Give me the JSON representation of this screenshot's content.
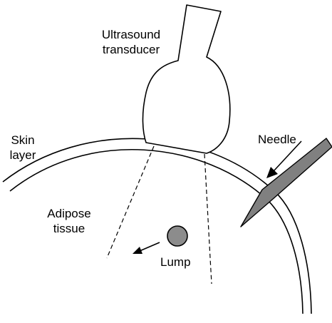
{
  "labels": {
    "transducer_line1": "Ultrasound",
    "transducer_line2": "transducer",
    "skin_line1": "Skin",
    "skin_line2": "layer",
    "needle": "Needle",
    "adipose_line1": "Adipose",
    "adipose_line2": "tissue",
    "lump": "Lump"
  },
  "colors": {
    "stroke": "#000000",
    "needle_fill": "#808080",
    "lump_fill": "#8c8c8c",
    "background": "#ffffff"
  }
}
